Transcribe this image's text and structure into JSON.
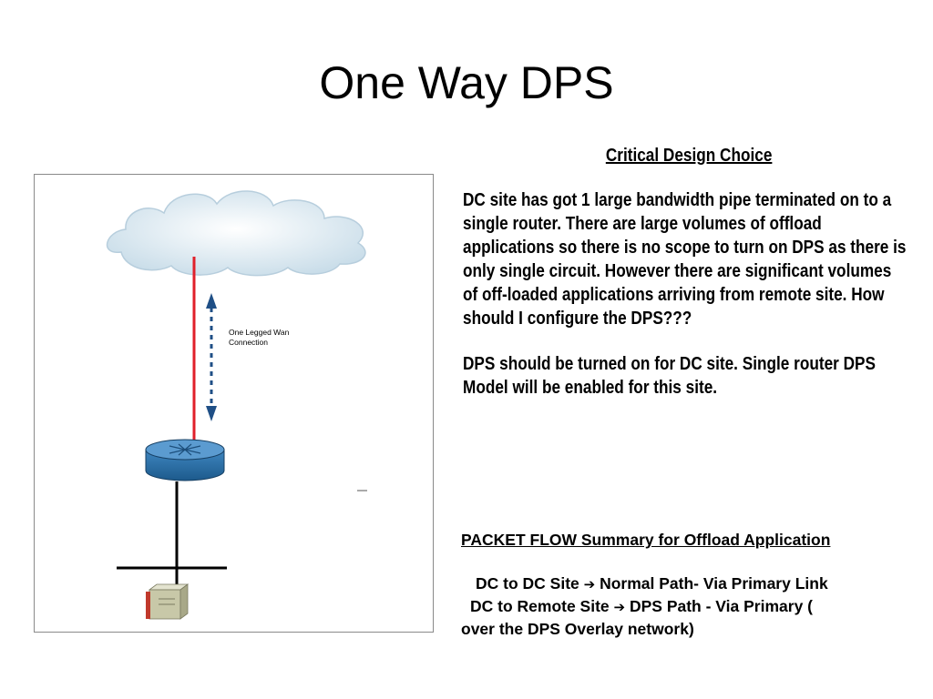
{
  "slide": {
    "title": "One Way DPS"
  },
  "diagram": {
    "link_label_line1": "One Legged Wan",
    "link_label_line2": "Connection",
    "colors": {
      "cloud_fill": "#dbe9f2",
      "wan_link": "#e0202a",
      "arrow": "#1f4f86",
      "router_body": "#2a6fa8",
      "router_top": "#5b9bd0",
      "lan": "#000000",
      "server": "#c8c8a8"
    },
    "icons": [
      "cloud-icon",
      "router-icon",
      "server-icon"
    ]
  },
  "design": {
    "heading": "Critical Design Choice",
    "paragraph1": "DC site has got 1 large bandwidth pipe terminated on to a single router. There are large volumes of offload applications so there is no scope to turn on DPS as there is only single circuit. However there are significant volumes of off-loaded applications arriving from remote site.  How should I configure the DPS???",
    "paragraph2": "DPS should be turned on for DC site. Single router DPS Model will be enabled for this site."
  },
  "packet_flow": {
    "heading": "PACKET FLOW Summary for Offload Application",
    "line1_from": "DC to DC Site",
    "line1_to": "Normal Path- Via Primary Link",
    "line2_from": "DC to Remote Site",
    "line2_to": "DPS Path - Via Primary (",
    "line3": "over the DPS Overlay network)",
    "arrow_icon": "➔"
  }
}
